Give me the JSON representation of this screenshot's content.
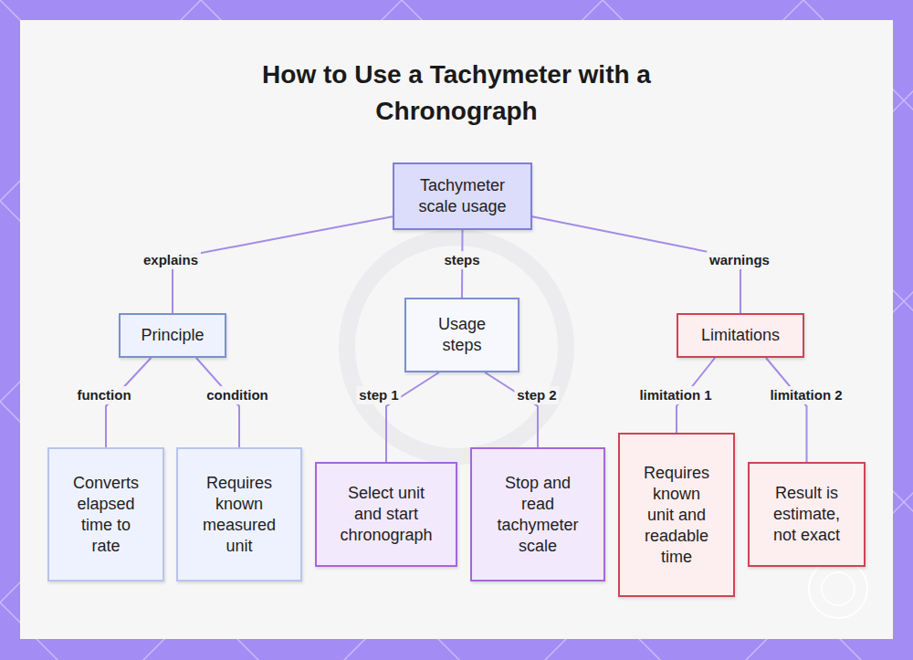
{
  "diagram": {
    "title": "How to Use a Tachymeter with a Chronograph",
    "nodes": [
      {
        "text": [
          "Tachymeter scale usage"
        ]
      },
      {
        "text": [
          "Principle"
        ]
      },
      {
        "text": [
          "Usage steps"
        ]
      },
      {
        "text": [
          "Limitations"
        ]
      },
      {
        "text": [
          "Converts elapsed time to rate"
        ]
      },
      {
        "text": [
          "Requires known measured unit"
        ]
      },
      {
        "text": [
          "Select unit and start chronograph"
        ]
      },
      {
        "text": [
          "Stop and read tachymeter scale"
        ]
      },
      {
        "text": [
          "Requires known unit and readable time"
        ]
      },
      {
        "text": [
          "Result is estimate, not exact"
        ]
      }
    ],
    "edges": [
      {
        "from": 0,
        "to": 1,
        "label": "explains",
        "arrow": "none"
      },
      {
        "from": 0,
        "to": 2,
        "label": "steps",
        "arrow": "none"
      },
      {
        "from": 0,
        "to": 3,
        "label": "warnings",
        "arrow": "none"
      },
      {
        "from": 1,
        "to": 4,
        "label": "function",
        "arrow": "none"
      },
      {
        "from": 1,
        "to": 5,
        "label": "condition",
        "arrow": "none"
      },
      {
        "from": 2,
        "to": 6,
        "label": "step 1",
        "arrow": "none"
      },
      {
        "from": 2,
        "to": 7,
        "label": "step 2",
        "arrow": "none"
      },
      {
        "from": 3,
        "to": 8,
        "label": "limitation 1",
        "arrow": "none"
      },
      {
        "from": 3,
        "to": 9,
        "label": "limitation 2",
        "arrow": "none"
      }
    ]
  }
}
